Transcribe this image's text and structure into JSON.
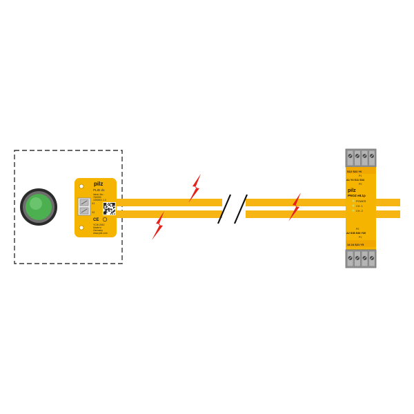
{
  "colors": {
    "cable": "#f7b514",
    "module_body": "#f5b400",
    "terminal_gray": "#9a9a9a",
    "lightning": "#e3231b",
    "button_green": "#4caf50",
    "led_green": "#c8d66a"
  },
  "icons": {
    "emergency_button": "green-push-button-icon",
    "interference": "lightning-bolt-icon",
    "cable_break": "double-slash-break-icon",
    "qr_code": "qr-code-icon",
    "ce_mark": "ce-mark-icon"
  },
  "sensor": {
    "brand": "pilz",
    "model": "PLID d1",
    "ident_label": "Ident.-No.:",
    "ident_number": "7A0000",
    "serial": "1000001 1.0",
    "connector_x1": "X1",
    "connector_x2": "X2",
    "date_code": "YCW 2010",
    "made_in": "Made in",
    "country": "Germany",
    "website": "www.pilz.com"
  },
  "relay": {
    "brand": "pilz",
    "model": "PNOZ e8.1p",
    "top_terminals_row1": "S12 S22 Y6",
    "top_label_p1": "P1",
    "top_terminals_row2": "A1 Y4 S11 S34",
    "top_label_p2": "P2",
    "led_power": "POWER",
    "led_ch1": "CH. 1",
    "led_ch2": "CH. 2",
    "bottom_label_p2": "P2",
    "bottom_terminals_row1": "A2 S35 S36 Y30",
    "bottom_label_p1": "P1",
    "bottom_terminals_row2": "14 24 S21 Y5"
  }
}
